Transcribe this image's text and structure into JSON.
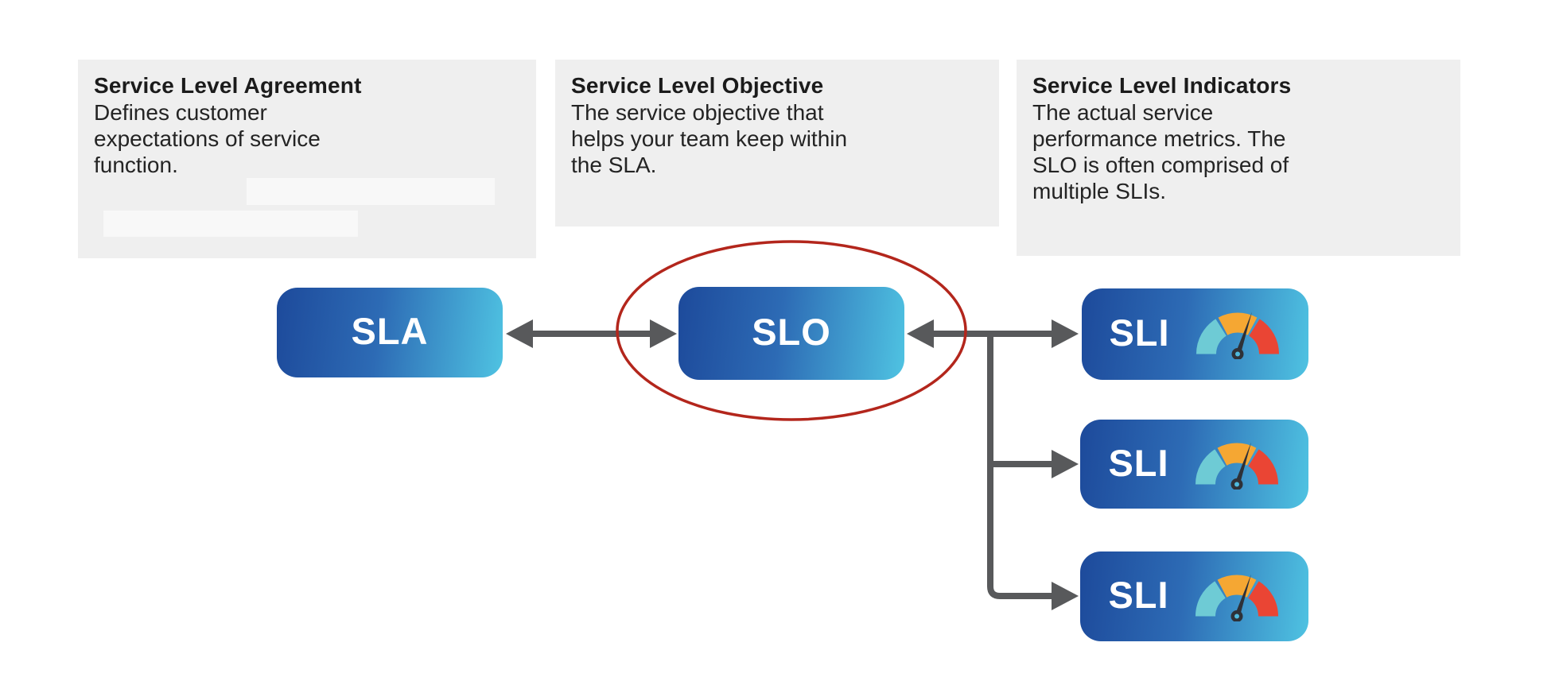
{
  "diagram_title": "SLA / SLO / SLI relationship diagram",
  "boxes": [
    {
      "title": "Service Level Agreement",
      "body": "Defines customer\nexpectations of service\nfunction.",
      "note": "partially redacted text blocks after body"
    },
    {
      "title": "Service Level Objective",
      "body": "The service objective that\nhelps your team keep within\nthe SLA."
    },
    {
      "title": "Service Level Indicators",
      "body": "The actual service\nperformance metrics. The\nSLO is often comprised of\nmultiple SLIs."
    }
  ],
  "nodes": [
    {
      "id": "sla",
      "label": "SLA",
      "icon": null
    },
    {
      "id": "slo",
      "label": "SLO",
      "icon": null,
      "highlighted": "red-ellipse"
    },
    {
      "id": "sli-1",
      "label": "SLI",
      "icon": "gauge-icon"
    },
    {
      "id": "sli-2",
      "label": "SLI",
      "icon": "gauge-icon"
    },
    {
      "id": "sli-3",
      "label": "SLI",
      "icon": "gauge-icon"
    }
  ],
  "connections": [
    {
      "from": "sla",
      "to": "slo",
      "style": "double-headed-arrow"
    },
    {
      "from": "slo",
      "to": "sli-1",
      "style": "double-headed-arrow-with-branch"
    },
    {
      "from": "branch-trunk",
      "to": "sli-2",
      "style": "arrow"
    },
    {
      "from": "branch-trunk",
      "to": "sli-3",
      "style": "arrow"
    }
  ],
  "colors": {
    "background": "#ffffff",
    "box_background": "#efefef",
    "redacted_strip": "#f8f8f8",
    "text_primary": "#1b1b1b",
    "node_gradient_start": "#1d4a9b",
    "node_gradient_end": "#4fc3e2",
    "node_text": "#ffffff",
    "connector_gray": "#58595b",
    "highlight_ellipse_red": "#b3261c",
    "gauge_teal": "#6ecbd5",
    "gauge_orange": "#f5a733",
    "gauge_red": "#ea4534",
    "gauge_needle": "#2e3138"
  }
}
